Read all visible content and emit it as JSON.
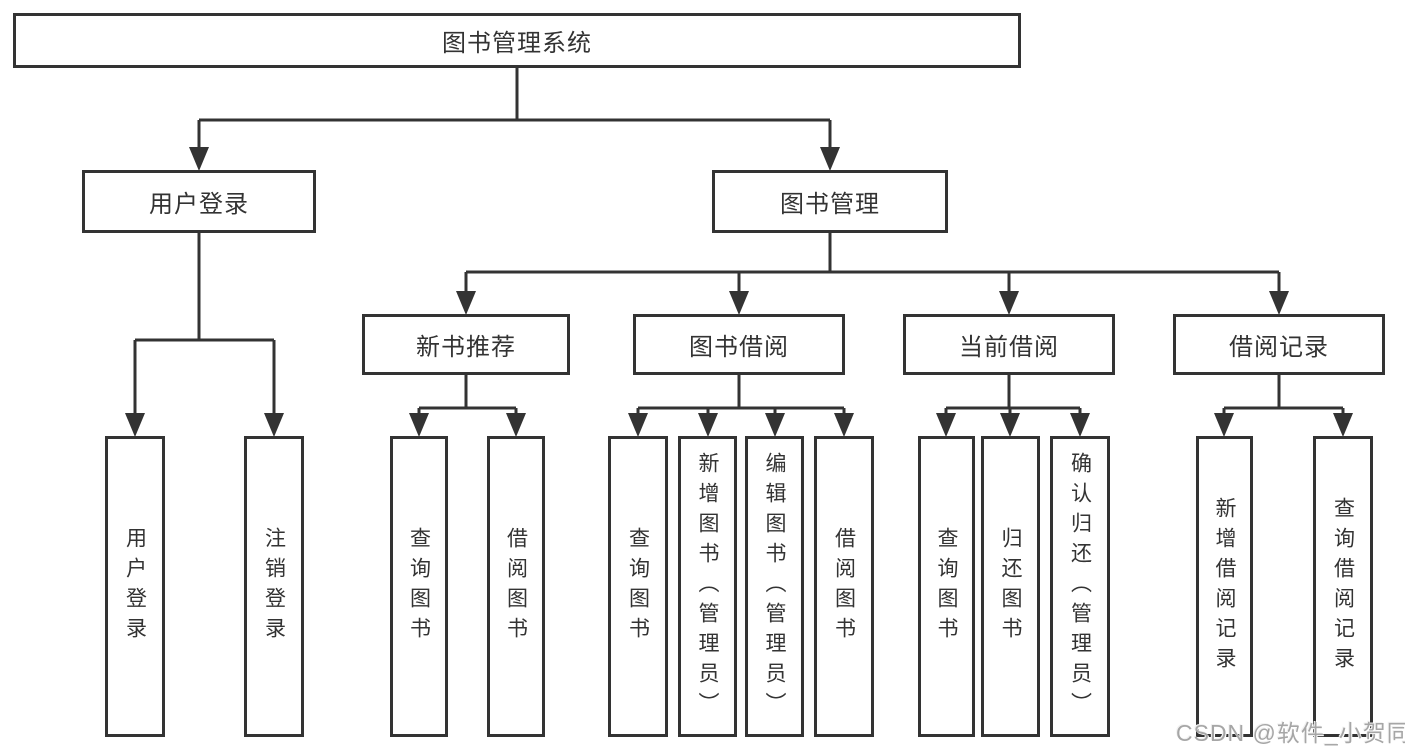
{
  "diagram": {
    "root": "图书管理系统",
    "level2": [
      {
        "label": "用户登录",
        "leaves": [
          "用户登录",
          "注销登录"
        ]
      },
      {
        "label": "图书管理",
        "groups": [
          {
            "label": "新书推荐",
            "leaves": [
              "查询图书",
              "借阅图书"
            ]
          },
          {
            "label": "图书借阅",
            "leaves": [
              "查询图书",
              "新增图书（管理员）",
              "编辑图书（管理员）",
              "借阅图书"
            ]
          },
          {
            "label": "当前借阅",
            "leaves": [
              "查询图书",
              "归还图书",
              "确认归还（管理员）"
            ]
          },
          {
            "label": "借阅记录",
            "leaves": [
              "新增借阅记录",
              "查询借阅记录"
            ]
          }
        ]
      }
    ]
  },
  "watermark": "CSDN @软件_小贺同学",
  "colors": {
    "line": "#333333",
    "box_border": "#333333",
    "box_background": "#ffffff",
    "text": "#333333",
    "watermark": "#a6a6a6"
  }
}
